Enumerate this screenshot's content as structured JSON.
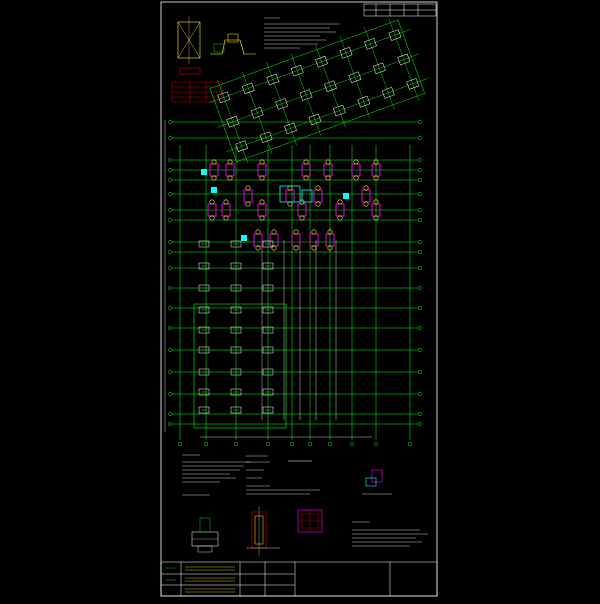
{
  "drawing": {
    "background": "#000000",
    "colors": {
      "frame": "#ffffff",
      "grid": "#00ff00",
      "wall": "#ff00ff",
      "beam": "#ffff00",
      "annotation": "#00ffff",
      "detail": "#ff0000"
    }
  },
  "layout": {
    "columns_per_row": 6,
    "rows": 12,
    "rotated_wing_columns": 24
  },
  "labels": {
    "plan_title": "",
    "notes_title": "",
    "section_title": ""
  }
}
